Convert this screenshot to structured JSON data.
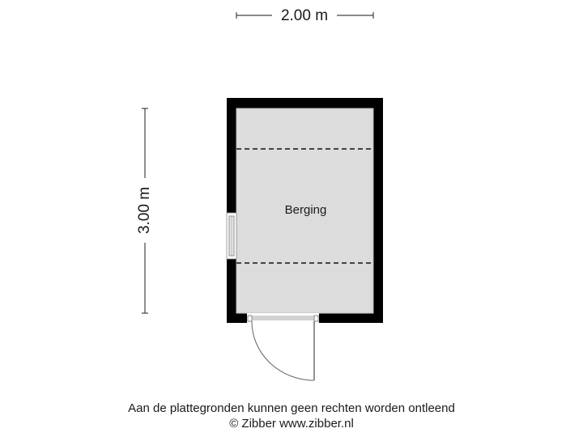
{
  "dimensions": {
    "width_label": "2.00 m",
    "height_label": "3.00 m"
  },
  "rooms": [
    {
      "name": "Berging"
    }
  ],
  "footer": {
    "disclaimer": "Aan de plattegronden kunnen geen rechten worden ontleend",
    "copyright": "© Zibber www.zibber.nl"
  },
  "colors": {
    "wall": "#000000",
    "floor": "#dcdcdc",
    "dimension_line": "#444444"
  }
}
